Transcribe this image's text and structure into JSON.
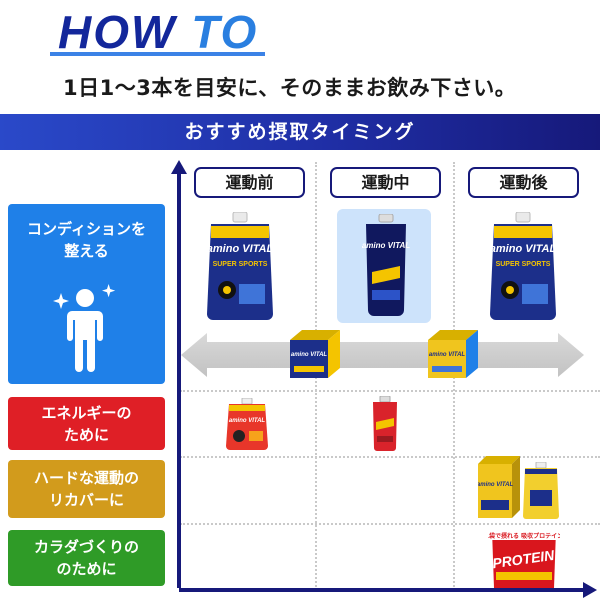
{
  "header": {
    "title_part1": "HOW ",
    "title_part2": "TO",
    "instruction": "1日1～3本を目安に、そのままお飲み下さい。"
  },
  "banner": {
    "title": "おすすめ摂取タイミング"
  },
  "columns": [
    {
      "label": "運動前"
    },
    {
      "label": "運動中"
    },
    {
      "label": "運動後"
    }
  ],
  "rows": [
    {
      "line1": "コンディションを",
      "line2": "整える",
      "color": "#1f80e8",
      "icon": "person-sparkle-icon"
    },
    {
      "line1": "エネルギーの",
      "line2": "ために",
      "color": "#df1f26"
    },
    {
      "line1": "ハードな運動の",
      "line2": "リカバーに",
      "color": "#d29b1c"
    },
    {
      "line1": "カラダづくりの",
      "line2": "のために",
      "color": "#2f9b27"
    }
  ],
  "products": {
    "condition_pouch_label": "amino VITAL",
    "condition_pouch_sub": "SUPER SPORTS",
    "gel_label": "amino VITAL",
    "box_label": "amino VITAL",
    "energy_pouch_label": "amino VITAL",
    "protein_label": "PROTEIN",
    "protein_tag": "1袋で摂れる 吸収プロテイン"
  },
  "colors": {
    "navy": "#16197a",
    "blue": "#1f80e8",
    "red": "#df1f26",
    "gold": "#d29b1c",
    "green": "#2f9b27"
  }
}
